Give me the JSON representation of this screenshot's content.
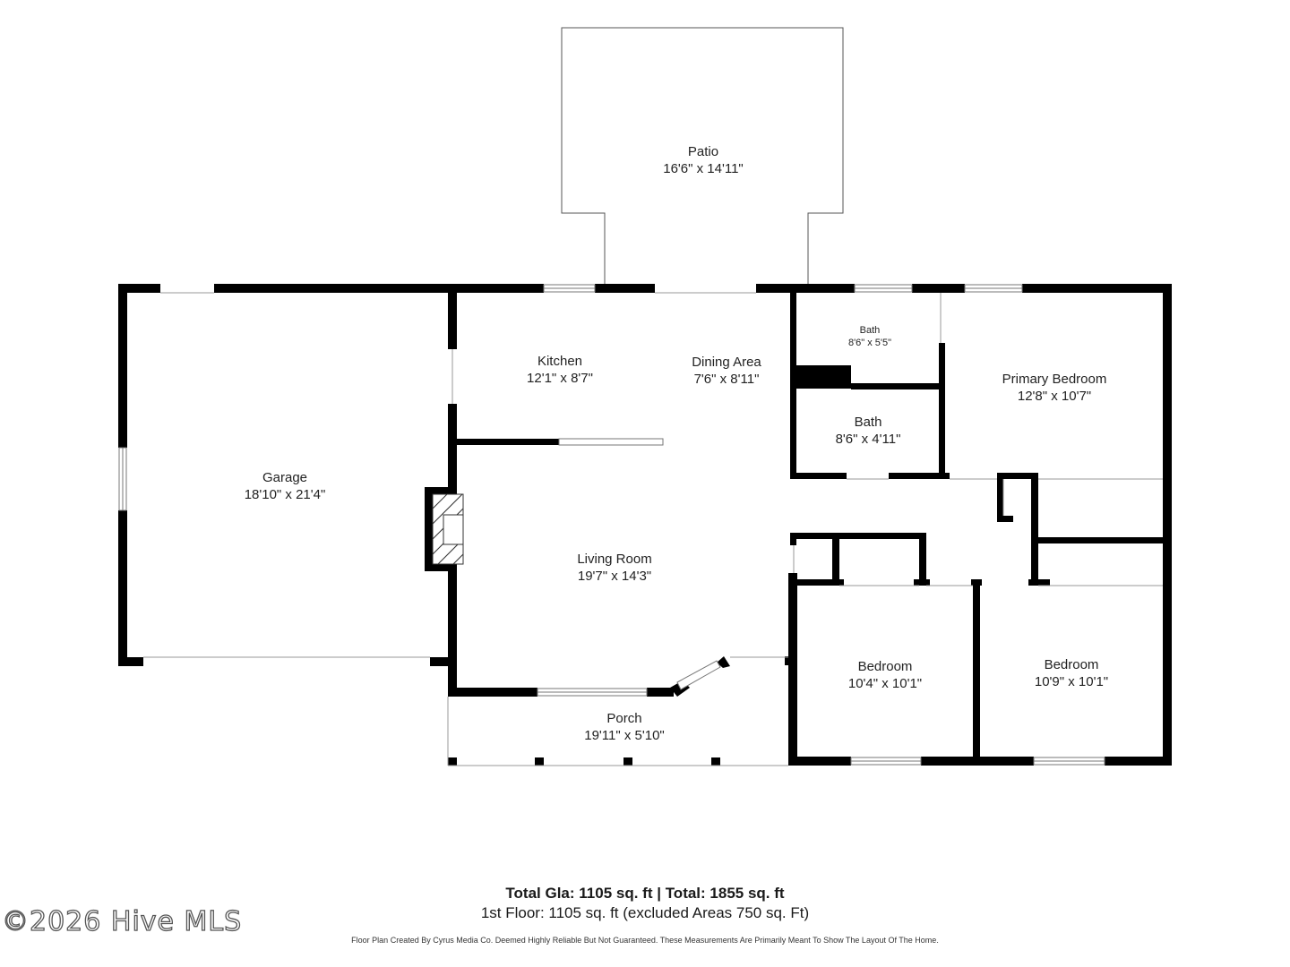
{
  "rooms": {
    "patio": {
      "name": "Patio",
      "dims": "16'6\" x 14'11\""
    },
    "garage": {
      "name": "Garage",
      "dims": "18'10\" x 21'4\""
    },
    "kitchen": {
      "name": "Kitchen",
      "dims": "12'1\" x 8'7\""
    },
    "dining": {
      "name": "Dining Area",
      "dims": "7'6\" x 8'11\""
    },
    "bath1": {
      "name": "Bath",
      "dims": "8'6\" x 5'5\""
    },
    "bath2": {
      "name": "Bath",
      "dims": "8'6\" x 4'11\""
    },
    "primary_bedroom": {
      "name": "Primary Bedroom",
      "dims": "12'8\" x 10'7\""
    },
    "living_room": {
      "name": "Living Room",
      "dims": "19'7\" x 14'3\""
    },
    "bedroom1": {
      "name": "Bedroom",
      "dims": "10'4\" x 10'1\""
    },
    "bedroom2": {
      "name": "Bedroom",
      "dims": "10'9\" x 10'1\""
    },
    "porch": {
      "name": "Porch",
      "dims": "19'11\" x 5'10\""
    }
  },
  "summary": {
    "totals": "Total Gla: 1105 sq. ft | Total: 1855 sq. ft",
    "floor": "1st Floor: 1105 sq. ft (excluded Areas 750 sq. Ft)",
    "disclaimer": "Floor Plan Created By Cyrus Media Co. Deemed Highly Reliable But Not Guaranteed. These Measurements Are Primarily Meant To Show The Layout Of The Home."
  },
  "watermark": "©2026 Hive MLS",
  "colors": {
    "wall": "#000000",
    "thin_line": "#666666",
    "window": "#888888"
  }
}
